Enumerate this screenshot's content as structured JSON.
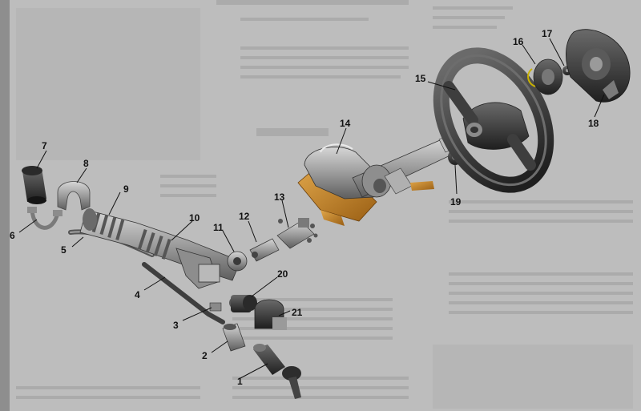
{
  "diagram": {
    "callouts": [
      {
        "id": "1",
        "text": "1"
      },
      {
        "id": "2",
        "text": "2"
      },
      {
        "id": "3",
        "text": "3"
      },
      {
        "id": "4",
        "text": "4"
      },
      {
        "id": "5",
        "text": "5"
      },
      {
        "id": "6",
        "text": "6"
      },
      {
        "id": "7",
        "text": "7"
      },
      {
        "id": "8",
        "text": "8"
      },
      {
        "id": "9",
        "text": "9"
      },
      {
        "id": "10",
        "text": "10"
      },
      {
        "id": "11",
        "text": "11"
      },
      {
        "id": "12",
        "text": "12"
      },
      {
        "id": "13",
        "text": "13"
      },
      {
        "id": "14",
        "text": "14"
      },
      {
        "id": "15",
        "text": "15"
      },
      {
        "id": "16",
        "text": "16"
      },
      {
        "id": "17",
        "text": "17"
      },
      {
        "id": "18",
        "text": "18"
      },
      {
        "id": "19",
        "text": "19"
      },
      {
        "id": "20",
        "text": "20"
      },
      {
        "id": "21",
        "text": "21"
      }
    ]
  },
  "colors": {
    "page": "#bdbdbd",
    "metal": "#9a9a9a",
    "dark": "#3a3a3a",
    "wheel": "#4b4b4b",
    "bracket": "#c8892a",
    "line": "#111111"
  }
}
